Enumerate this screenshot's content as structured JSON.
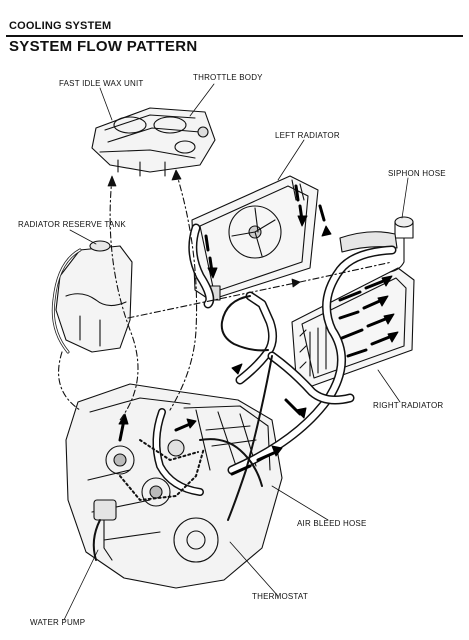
{
  "header": {
    "section": "COOLING SYSTEM",
    "title": "SYSTEM FLOW PATTERN"
  },
  "labels": {
    "fast_idle_wax_unit": "FAST IDLE WAX UNIT",
    "throttle_body": "THROTTLE BODY",
    "left_radiator": "LEFT RADIATOR",
    "siphon_hose": "SIPHON HOSE",
    "radiator_reserve_tank": "RADIATOR RESERVE TANK",
    "right_radiator": "RIGHT RADIATOR",
    "air_bleed_hose": "AIR BLEED HOSE",
    "thermostat": "THERMOSTAT",
    "water_pump": "WATER PUMP"
  }
}
